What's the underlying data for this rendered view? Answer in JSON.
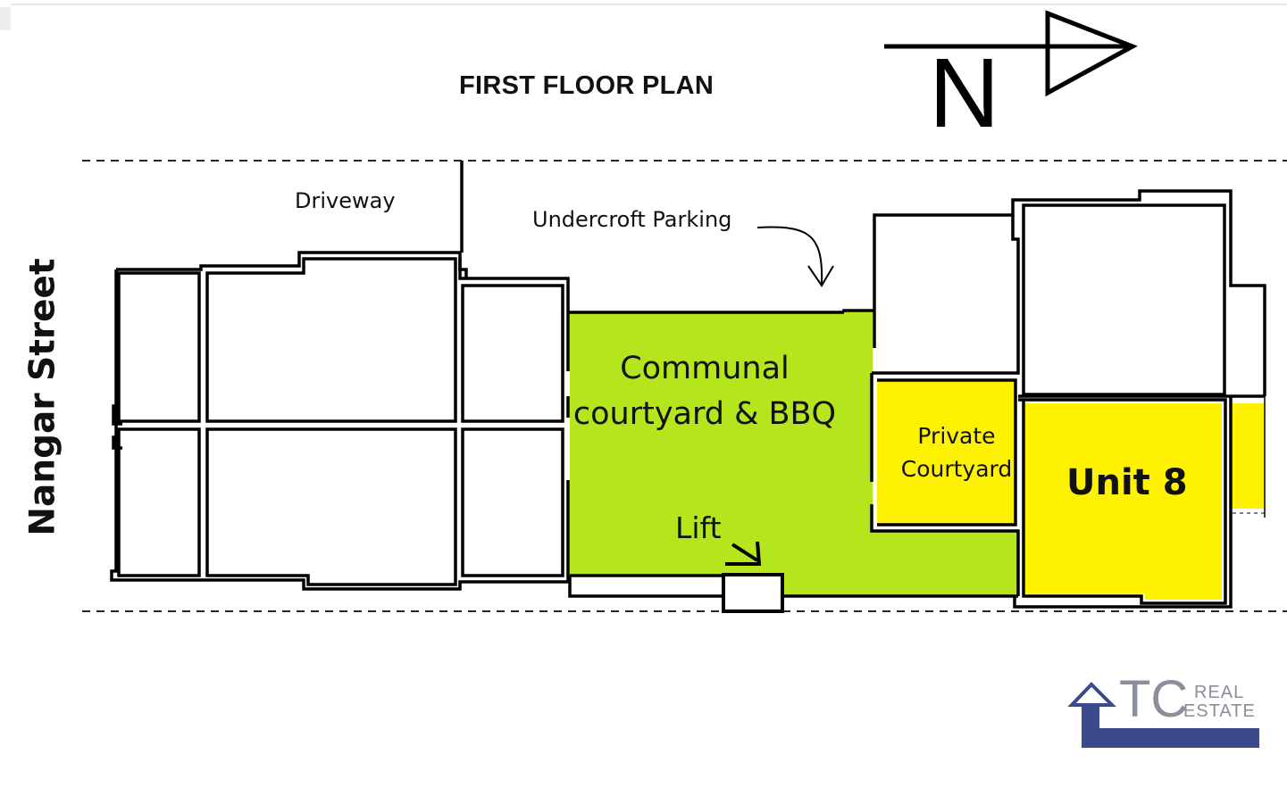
{
  "title": "FIRST FLOOR PLAN",
  "north": {
    "letter": "N",
    "icon": "north-arrow-icon"
  },
  "street": "Nangar Street",
  "labels": {
    "driveway": "Driveway",
    "parking": "Undercroft Parking",
    "communal_line1": "Communal",
    "communal_line2": "courtyard & BBQ",
    "private_line1": "Private",
    "private_line2": "Courtyard",
    "unit": "Unit 8",
    "lift": "Lift"
  },
  "logo": {
    "tc": "TC",
    "real": "REAL",
    "estate": "ESTATE",
    "icon": "house-arrow-icon"
  },
  "colors": {
    "communal": "#b5e61d",
    "unit": "#fff200",
    "wall": "#000000",
    "logo_blue": "#3a4a8c",
    "logo_gray": "#8a8f9a"
  }
}
